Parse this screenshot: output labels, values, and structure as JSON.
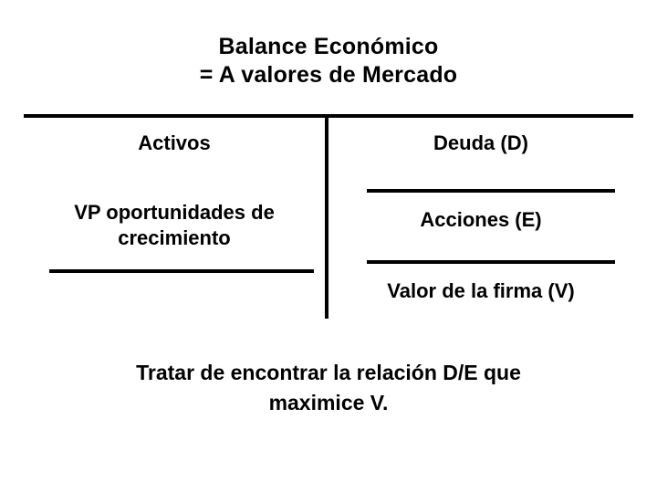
{
  "slide": {
    "title": {
      "line1": "Balance Económico",
      "line2": "= A valores de Mercado"
    },
    "balance_sheet": {
      "left_column": {
        "heading": "Activos",
        "item": {
          "line1": "VP oportunidades de",
          "line2": "crecimiento"
        }
      },
      "right_column": {
        "heading": "Deuda (D)",
        "equity": "Acciones (E)",
        "total": "Valor de la firma (V)"
      }
    },
    "footer": {
      "line1": "Tratar de encontrar la relación D/E que",
      "line2": "maximice V."
    }
  }
}
